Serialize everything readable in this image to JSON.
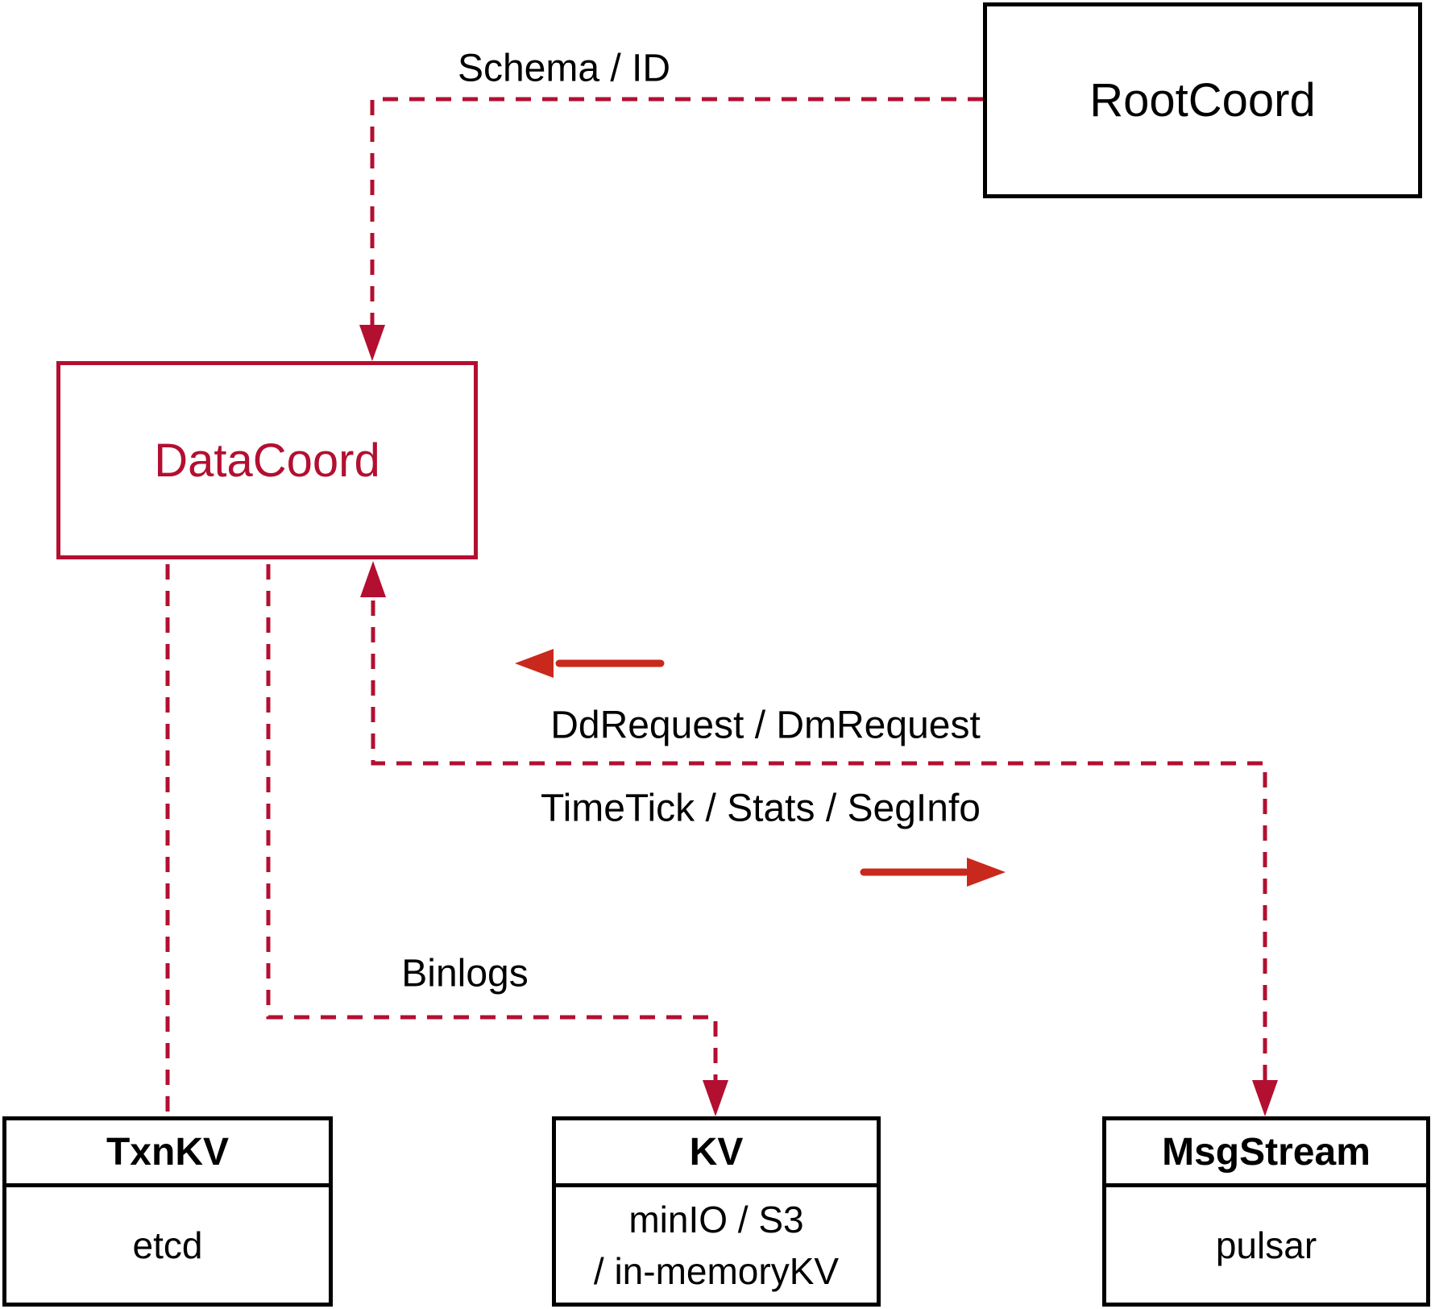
{
  "diagram": {
    "nodes": {
      "root_coord": {
        "label": "RootCoord"
      },
      "data_coord": {
        "label": "DataCoord"
      },
      "txn_kv": {
        "title": "TxnKV",
        "body": "etcd"
      },
      "kv": {
        "title": "KV",
        "body_line1": "minIO / S3",
        "body_line2": "/ in-memoryKV"
      },
      "msg_stream": {
        "title": "MsgStream",
        "body": "pulsar"
      }
    },
    "edges": [
      {
        "id": "schema-id",
        "label": "Schema / ID",
        "from": "RootCoord",
        "to": "DataCoord",
        "style": "dashed"
      },
      {
        "id": "datacoord-txnkv",
        "label": "",
        "from": "DataCoord",
        "to": "TxnKV",
        "style": "dashed"
      },
      {
        "id": "binlogs",
        "label": "Binlogs",
        "from": "DataCoord",
        "to": "KV",
        "style": "dashed"
      },
      {
        "id": "ddrequest",
        "label": "DdRequest / DmRequest",
        "from": "MsgStream",
        "to": "DataCoord",
        "style": "dashed"
      },
      {
        "id": "timetick",
        "label": "TimeTick / Stats / SegInfo",
        "from": "DataCoord",
        "to": "MsgStream",
        "style": "dashed"
      }
    ],
    "colors": {
      "connector_red": "#b30f31",
      "solid_arrow_red": "#c9291c",
      "box_black": "#000000"
    }
  }
}
